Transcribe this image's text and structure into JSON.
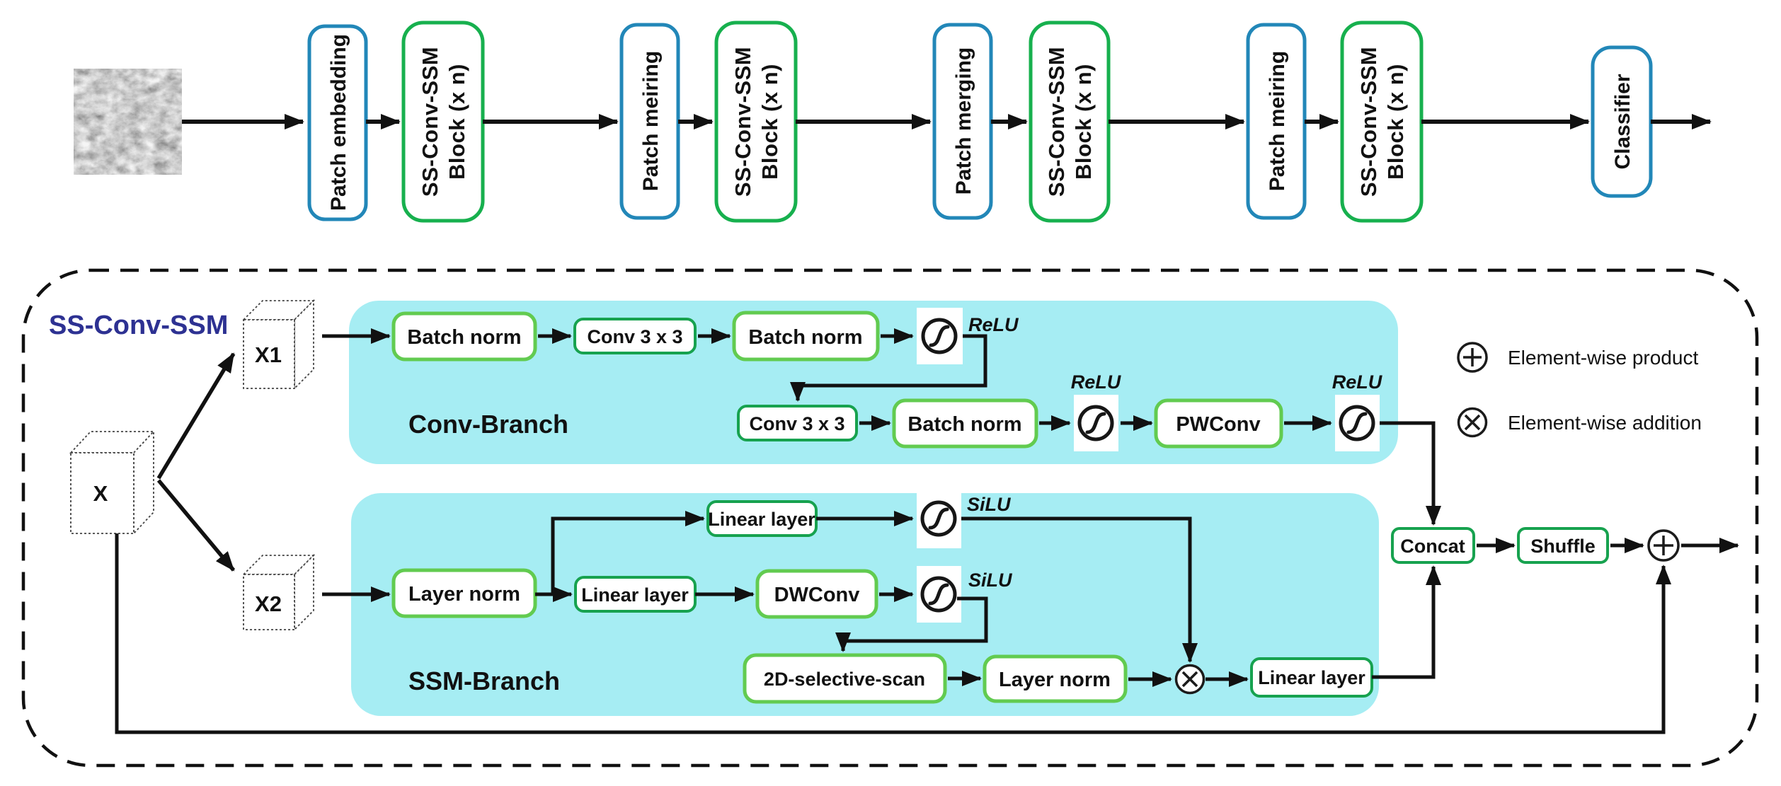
{
  "diagram_title": "SS-Conv-SSM",
  "top_row": {
    "items": [
      {
        "label": "Patch embedding",
        "type": "blue"
      },
      {
        "label1": "SS-Conv-SSM",
        "label2": "Block (x n)",
        "type": "green"
      },
      {
        "label": "Patch meiring",
        "type": "blue"
      },
      {
        "label1": "SS-Conv-SSM",
        "label2": "Block (x n)",
        "type": "green"
      },
      {
        "label": "Patch merging",
        "type": "blue"
      },
      {
        "label1": "SS-Conv-SSM",
        "label2": "Block (x n)",
        "type": "green"
      },
      {
        "label": "Patch meiring",
        "type": "blue"
      },
      {
        "label1": "SS-Conv-SSM",
        "label2": "Block (x n)",
        "type": "green"
      },
      {
        "label": "Classifier",
        "type": "blue"
      }
    ]
  },
  "tensors": {
    "x": "X",
    "x1": "X1",
    "x2": "X2"
  },
  "branches": {
    "conv": {
      "name": "Conv-Branch",
      "activation": "ReLU",
      "boxes": {
        "bn": "Batch norm",
        "conv3": "Conv 3 x 3",
        "pwconv": "PWConv"
      }
    },
    "ssm": {
      "name": "SSM-Branch",
      "activation": "SiLU",
      "boxes": {
        "ln": "Layer norm",
        "linear": "Linear layer",
        "dwconv": "DWConv",
        "scan": "2D-selective-scan"
      }
    }
  },
  "outputs": {
    "concat": "Concat",
    "shuffle": "Shuffle"
  },
  "legend": [
    {
      "symbol": "circle-plus",
      "label": "Element-wise product"
    },
    {
      "symbol": "circle-x",
      "label": "Element-wise addition"
    }
  ],
  "colors": {
    "blue_border": "#2287b8",
    "green_border": "#17b04e",
    "light_green_border": "#62cb50",
    "dark_green_border": "#17a24f",
    "cyan_panel": "#a6edf3",
    "title_navy": "#2d3192",
    "line_black": "#111111"
  }
}
